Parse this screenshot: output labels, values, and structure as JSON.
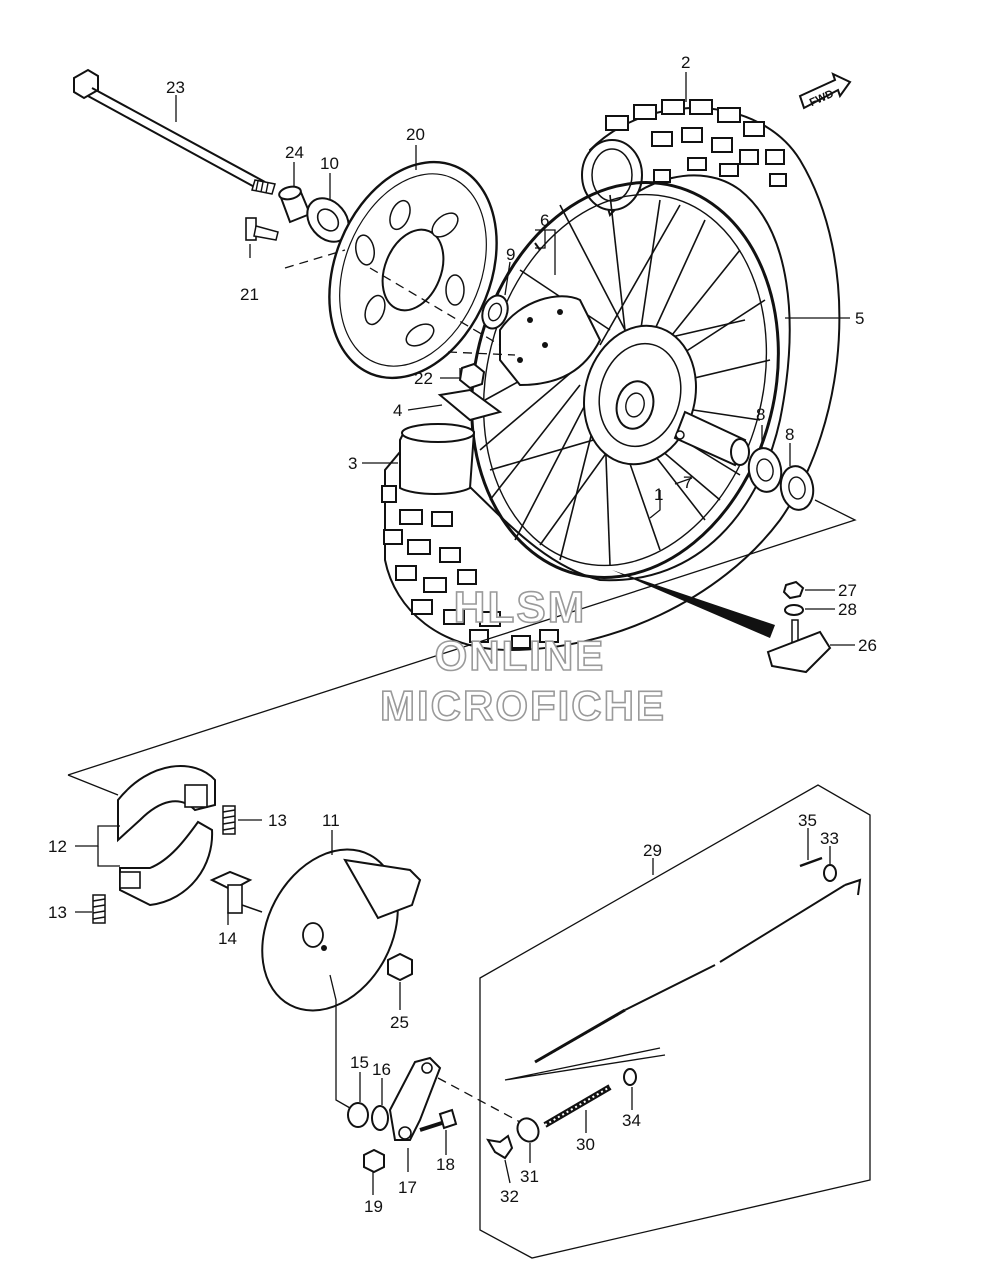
{
  "fwd_badge": "FWD",
  "watermark": {
    "line1": "HLSM",
    "line2": "ONLINE",
    "line3": "MICROFICHE"
  },
  "callouts": [
    {
      "id": "c2",
      "text": "2"
    },
    {
      "id": "c23",
      "text": "23"
    },
    {
      "id": "c24",
      "text": "24"
    },
    {
      "id": "c10",
      "text": "10"
    },
    {
      "id": "c20",
      "text": "20"
    },
    {
      "id": "c21",
      "text": "21"
    },
    {
      "id": "c6",
      "text": "6"
    },
    {
      "id": "c9",
      "text": "9"
    },
    {
      "id": "c5",
      "text": "5"
    },
    {
      "id": "c22",
      "text": "22"
    },
    {
      "id": "c4",
      "text": "4"
    },
    {
      "id": "c3",
      "text": "3"
    },
    {
      "id": "c8a",
      "text": "8"
    },
    {
      "id": "c8b",
      "text": "8"
    },
    {
      "id": "c1",
      "text": "1"
    },
    {
      "id": "c7",
      "text": "7"
    },
    {
      "id": "c27",
      "text": "27"
    },
    {
      "id": "c28",
      "text": "28"
    },
    {
      "id": "c26",
      "text": "26"
    },
    {
      "id": "c11",
      "text": "11"
    },
    {
      "id": "c12",
      "text": "12"
    },
    {
      "id": "c13a",
      "text": "13"
    },
    {
      "id": "c13b",
      "text": "13"
    },
    {
      "id": "c14",
      "text": "14"
    },
    {
      "id": "c25",
      "text": "25"
    },
    {
      "id": "c29",
      "text": "29"
    },
    {
      "id": "c35",
      "text": "35"
    },
    {
      "id": "c33",
      "text": "33"
    },
    {
      "id": "c15",
      "text": "15"
    },
    {
      "id": "c16",
      "text": "16"
    },
    {
      "id": "c34",
      "text": "34"
    },
    {
      "id": "c30",
      "text": "30"
    },
    {
      "id": "c18",
      "text": "18"
    },
    {
      "id": "c17",
      "text": "17"
    },
    {
      "id": "c31",
      "text": "31"
    },
    {
      "id": "c19",
      "text": "19"
    },
    {
      "id": "c32",
      "text": "32"
    }
  ]
}
